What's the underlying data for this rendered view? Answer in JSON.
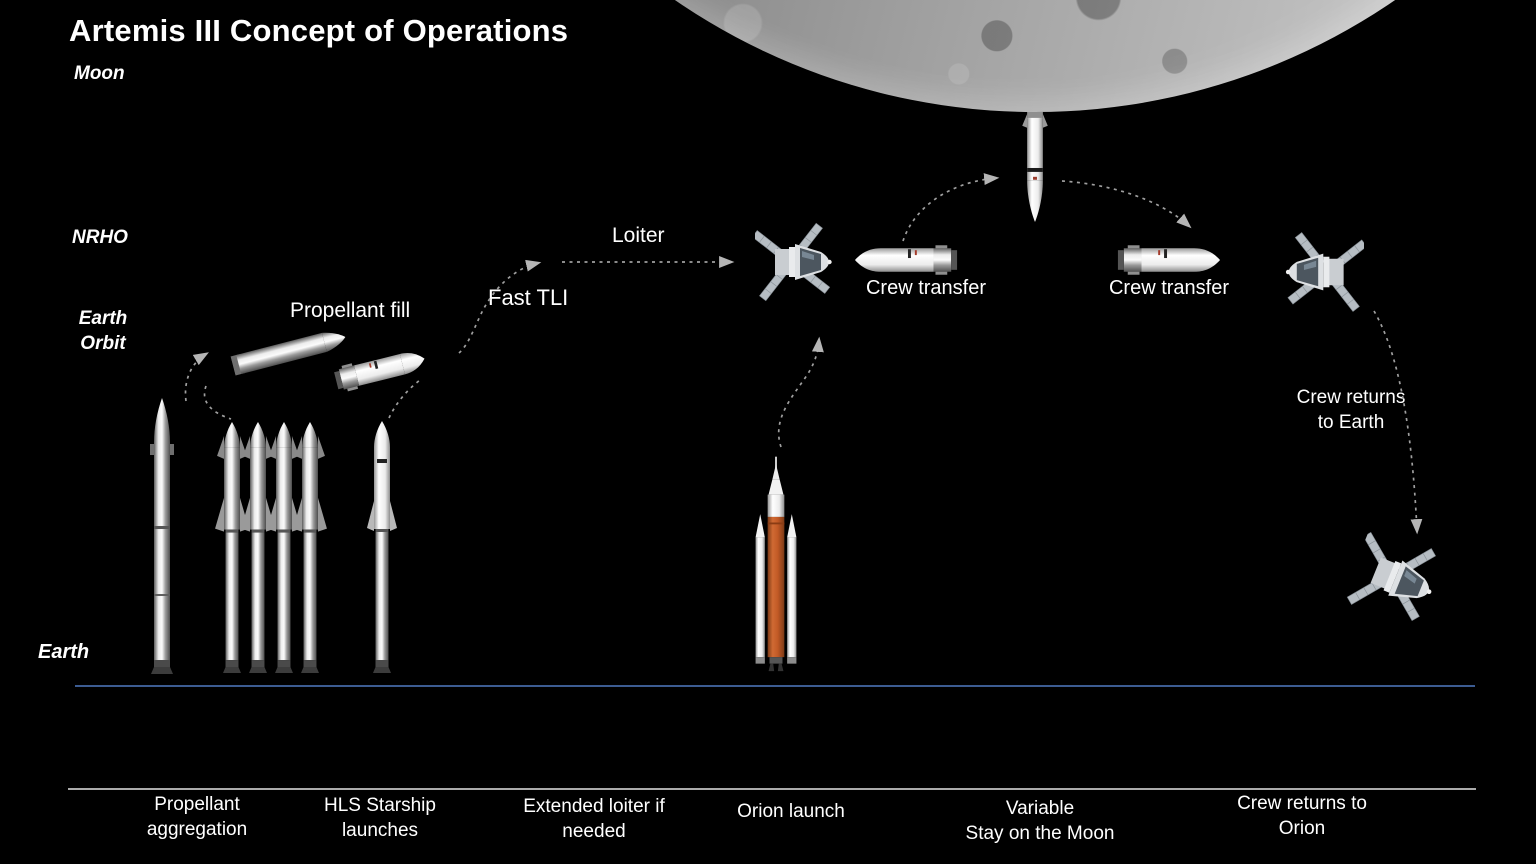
{
  "header": {
    "title": "Artemis III Concept of Operations"
  },
  "layers": {
    "moon": "Moon",
    "nrho": "NRHO",
    "earth_orbit_line1": "Earth",
    "earth_orbit_line2": "Orbit",
    "earth": "Earth"
  },
  "annotations": {
    "propellant_fill": "Propellant fill",
    "fast_tli": "Fast TLI",
    "loiter": "Loiter",
    "crew_transfer_outbound": "Crew transfer",
    "crew_transfer_return": "Crew transfer",
    "crew_returns_line1": "Crew returns",
    "crew_returns_line2": "to Earth"
  },
  "timeline": {
    "phases": [
      {
        "line1": "Propellant",
        "line2": "aggregation"
      },
      {
        "line1": "HLS Starship",
        "line2": "launches"
      },
      {
        "line1": "Extended loiter if",
        "line2": "needed"
      },
      {
        "line1": "Orion launch",
        "line2": ""
      },
      {
        "line1": "Variable",
        "line2": "Stay on the Moon"
      },
      {
        "line1": "Crew returns to",
        "line2": "Orion"
      }
    ]
  },
  "illustrations": [
    "moon",
    "super-heavy-booster",
    "hls-starship-stack-1",
    "hls-starship-stack-2",
    "hls-starship-stack-3",
    "hls-starship-stack-4",
    "hls-starship-stack-white",
    "propellant-tanker-starship",
    "hls-starship-tli",
    "sls-rocket",
    "orion-spacecraft-nrho",
    "hls-starship-lander",
    "hls-starship-crew-transfer-1",
    "hls-starship-crew-transfer-2",
    "orion-spacecraft-return",
    "orion-spacecraft-earthbound"
  ],
  "colors": {
    "background": "#000000",
    "text": "#ffffff",
    "ground_line": "#3c5c92",
    "timeline_line": "#c9c9c9",
    "dash": "#9f9f9f",
    "sls_orange": "#c25a26",
    "moon_gray": "#9e9e9e"
  }
}
